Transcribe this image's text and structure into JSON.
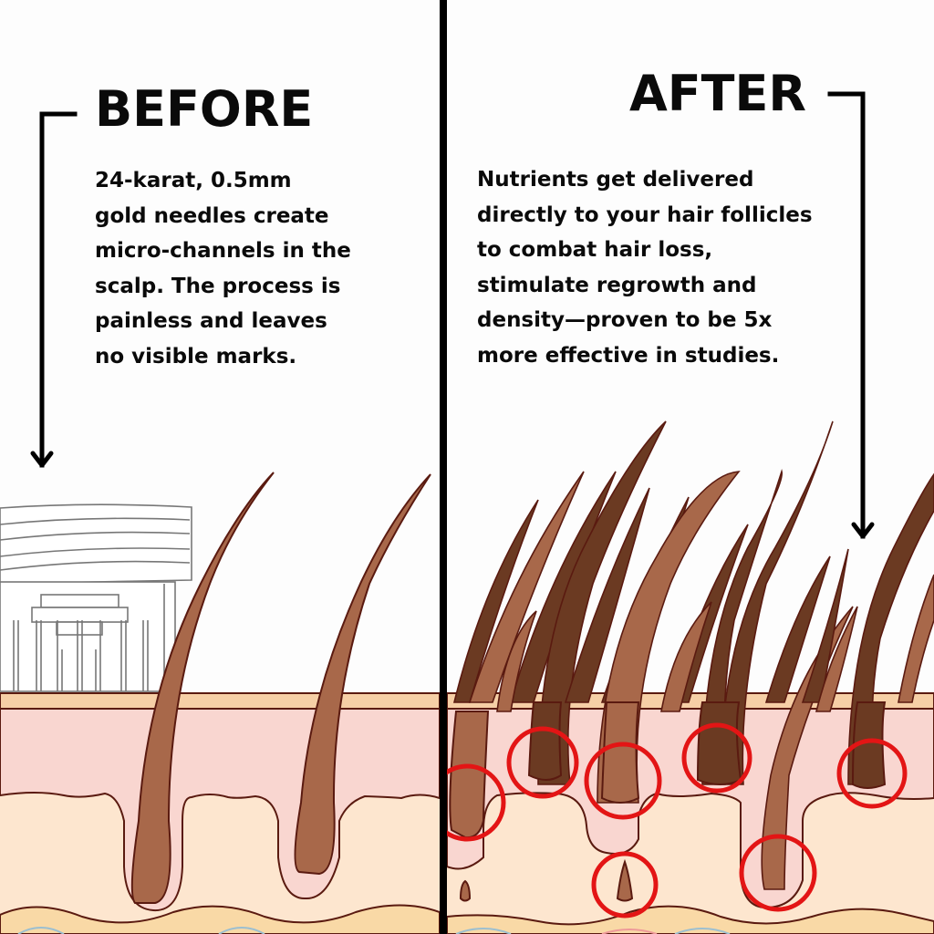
{
  "before": {
    "title": "BEFORE",
    "lines": [
      "24-karat, 0.5mm",
      "gold needles create",
      "micro-channels in the",
      "scalp. The process is",
      "painless and leaves",
      "no visible marks."
    ]
  },
  "after": {
    "title": "AFTER",
    "lines": [
      "Nutrients get delivered",
      "directly to your hair follicles",
      "to combat hair loss,",
      "stimulate regrowth and",
      "density—proven to be 5x",
      "more effective in studies."
    ]
  },
  "colors": {
    "epidermis_top": "#f6cfa6",
    "dermis": "#f9d6d0",
    "subdermis": "#fde6cf",
    "fat": "#f9d9a6",
    "hair": "#a8684a",
    "hair_dark": "#6b3a22",
    "outline": "#5a1a10",
    "highlight_ring": "#e31515",
    "divider": "#000000"
  },
  "icons": [
    "arrow-down-icon",
    "arrow-down-icon",
    "microneedle-roller-icon",
    "hair-follicle-icon",
    "highlight-circle-icon"
  ]
}
